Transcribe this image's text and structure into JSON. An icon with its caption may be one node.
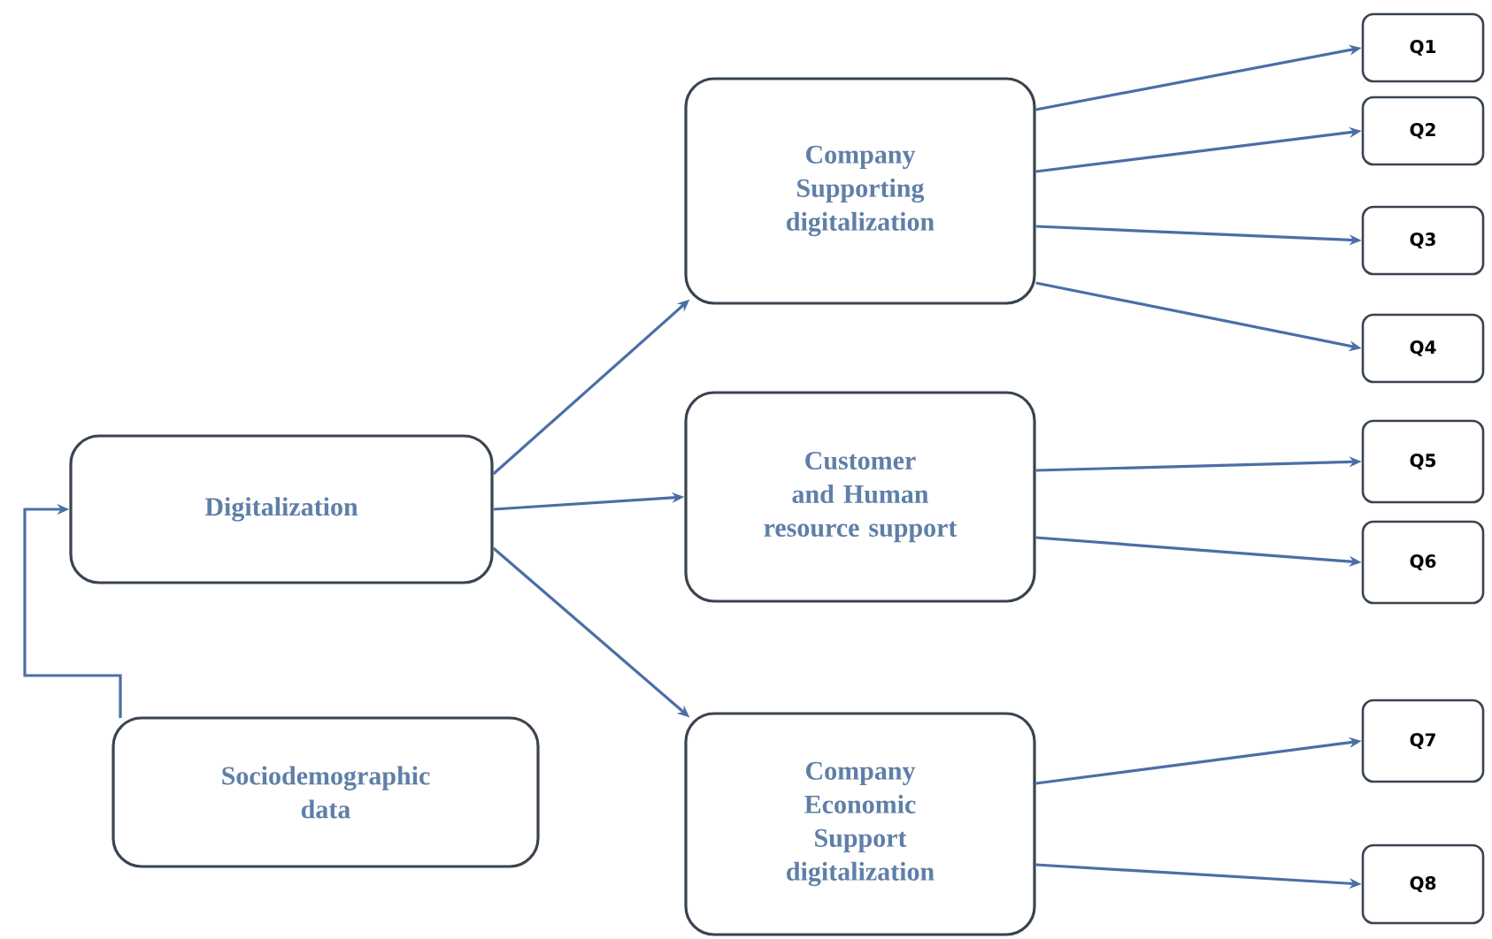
{
  "diagram": {
    "nodes": [
      {
        "text": [
          "Digitalization"
        ]
      },
      {
        "text": [
          "Sociodemographic data"
        ]
      },
      {
        "text": [
          "Company Supporting digitalization"
        ]
      },
      {
        "text": [
          "Customer and Human resource support"
        ]
      },
      {
        "text": [
          "Company Economic Support digitalization"
        ]
      },
      {
        "text": [
          "Q1"
        ]
      },
      {
        "text": [
          "Q2"
        ]
      },
      {
        "text": [
          "Q3"
        ]
      },
      {
        "text": [
          "Q4"
        ]
      },
      {
        "text": [
          "Q5"
        ]
      },
      {
        "text": [
          "Q6"
        ]
      },
      {
        "text": [
          "Q7"
        ]
      },
      {
        "text": [
          "Q8"
        ]
      }
    ],
    "edges": [
      {
        "from": 1,
        "to": 0,
        "arrow": "to"
      },
      {
        "from": 0,
        "to": 2,
        "arrow": "to"
      },
      {
        "from": 0,
        "to": 3,
        "arrow": "to"
      },
      {
        "from": 0,
        "to": 4,
        "arrow": "to"
      },
      {
        "from": 2,
        "to": 5,
        "arrow": "to"
      },
      {
        "from": 2,
        "to": 6,
        "arrow": "to"
      },
      {
        "from": 2,
        "to": 7,
        "arrow": "to"
      },
      {
        "from": 2,
        "to": 8,
        "arrow": "to"
      },
      {
        "from": 3,
        "to": 9,
        "arrow": "to"
      },
      {
        "from": 3,
        "to": 10,
        "arrow": "to"
      },
      {
        "from": 4,
        "to": 11,
        "arrow": "to"
      },
      {
        "from": 4,
        "to": 12,
        "arrow": "to"
      }
    ]
  }
}
